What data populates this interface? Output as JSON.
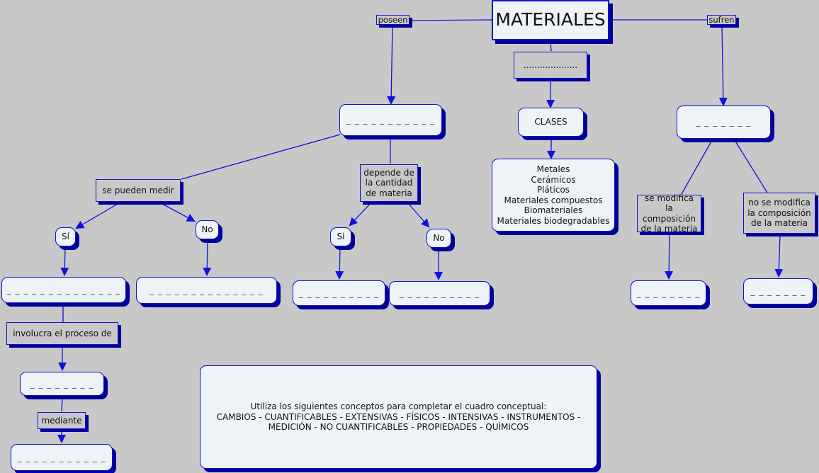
{
  "colors": {
    "background": "#c8c8c8",
    "node_fill": "#edf3f7",
    "node_border": "#1010c8",
    "shadow": "#00009a",
    "line": "#1010e0"
  },
  "nodes": {
    "root": "MATERIALES",
    "link_poseen": "poseen",
    "link_sufren": "sufren",
    "link_dots": "....................",
    "blank_propiedades": "_ _ _ _ _ _ _ _ _ _ _",
    "clases": "CLASES",
    "clases_list": "Metales\nCerámicos\nPláticos\nMateriales compuestos\nBiomateriales\nMateriales biodegradables",
    "blank_cambios": "_ _ _ _ _ _ _",
    "link_se_pueden_medir": "se pueden medir",
    "link_depende": "depende de\nla cantidad\nde materia",
    "link_se_modifica": "se modifica\nla composición\nde la materia",
    "link_no_se_modifica": "no se modifica\nla composición\nde la materia",
    "si_1": "Sí",
    "no_1": "No",
    "si_2": "Si",
    "no_2": "No",
    "blank_cuantificables": "_ _ _ _ _ _ _ _ _ _ _ _ _ _",
    "blank_no_cuantificables": "_ _   _ _ _ _ _ _ _ _ _ _ _ _",
    "blank_extensivas": "_ _ _ _ _ _ _ _ _ _",
    "blank_intensivas": "_ _ _ _ _ _ _ _ _ _",
    "blank_quimicos": "_ _ _ _ _ _ _ _",
    "blank_fisicos": "_ _ _ _ _ _ _",
    "link_involucra": "involucra el proceso de",
    "blank_medicion": "_ _ _ _ _ _ _ _",
    "link_mediante": "mediante",
    "blank_instrumentos": "_ _ _ _ _ _ _ _ _ _ _",
    "instructions": "Utiliza los siguientes conceptos para completar el cuadro conceptual:\nCAMBIOS - CUANTIFICABLES - EXTENSIVAS - FÍSICOS - INTENSIVAS - INSTRUMENTOS -\nMEDICIÓN - NO CUANTIFICABLES - PROPIEDADES - QUÍMICOS"
  }
}
